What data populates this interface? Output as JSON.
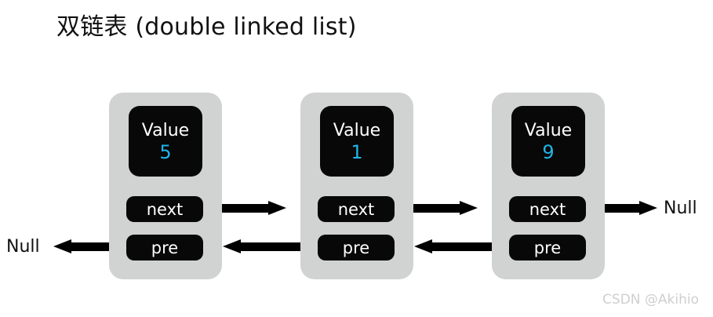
{
  "title": "双链表 (double linked list)",
  "nodes": [
    {
      "value_label": "Value",
      "value": "5",
      "next_label": "next",
      "pre_label": "pre"
    },
    {
      "value_label": "Value",
      "value": "1",
      "next_label": "next",
      "pre_label": "pre"
    },
    {
      "value_label": "Value",
      "value": "9",
      "next_label": "next",
      "pre_label": "pre"
    }
  ],
  "terminators": {
    "head_null": "Null",
    "tail_null": "Null"
  },
  "watermark": "CSDN @Akihio",
  "colors": {
    "node_container": "#d1d3d3",
    "box_fill": "#080808",
    "value_text": "#ffffff",
    "value_number": "#21b4ea",
    "arrow": "#000000",
    "title_text": "#111111",
    "watermark_text": "#cfcfcf",
    "background": "#ffffff"
  }
}
